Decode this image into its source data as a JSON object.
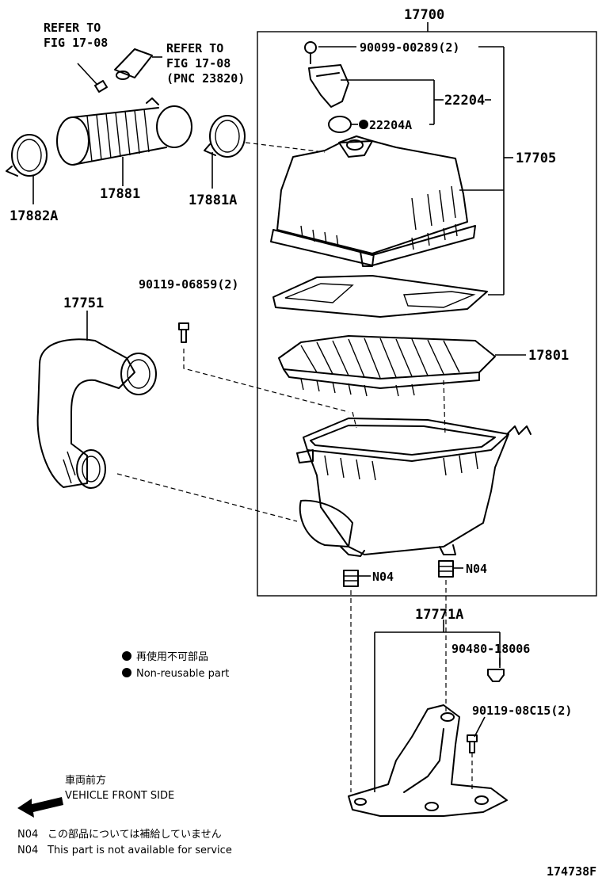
{
  "labels": {
    "assembly": "17700",
    "bolt_sensor": "90099-00289(2)",
    "sensor": "22204",
    "gasket": "22204A",
    "cap": "17705",
    "filter": "17801",
    "refer1_line1": "REFER TO",
    "refer1_line2": "FIG 17-08",
    "refer2_line1": "REFER TO",
    "refer2_line2": "FIG 17-08",
    "refer2_line3": "(PNC 23820)",
    "hose": "17881",
    "clamp_a": "17881A",
    "clamp_b": "17882A",
    "inlet": "17751",
    "bolt_case": "90119-06859(2)",
    "n04_left": "N04",
    "n04_right": "N04",
    "bracket": "17771A",
    "grommet": "90480-18006",
    "bolt_bracket": "90119-08C15(2)",
    "figure_number": "174738F"
  },
  "notes": {
    "non_reusable_jp": "再使用不可部品",
    "non_reusable_en": "Non-reusable part",
    "front_jp": "車両前方",
    "front_en": "VEHICLE FRONT SIDE",
    "n04_jp_code": "N04",
    "n04_jp": "この部品については補給していません",
    "n04_en_code": "N04",
    "n04_en": "This part is not available for service"
  }
}
